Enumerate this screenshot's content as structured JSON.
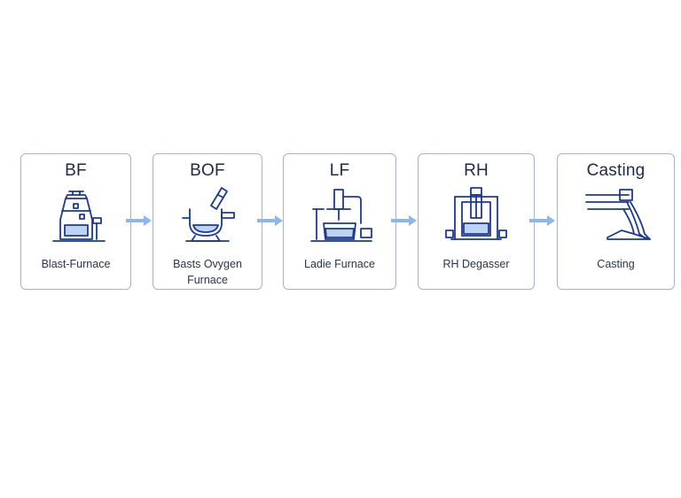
{
  "stages": [
    {
      "abbr": "BF",
      "label": "Blast-Furnace",
      "icon": "blast-furnace-icon"
    },
    {
      "abbr": "BOF",
      "label": "Basts Ovygen Furnace",
      "icon": "oxygen-converter-icon"
    },
    {
      "abbr": "LF",
      "label": "Ladie Furnace",
      "icon": "ladle-furnace-icon"
    },
    {
      "abbr": "RH",
      "label": "RH Degasser",
      "icon": "degasser-icon"
    },
    {
      "abbr": "Casting",
      "label": "Casting",
      "icon": "caster-icon"
    }
  ],
  "colors": {
    "icon_stroke": "#1e3a8a",
    "icon_fill": "#bcd3f5",
    "arrow": "#8fb6ea",
    "card_border": "#aab3c2",
    "text": "#1f2a44"
  }
}
